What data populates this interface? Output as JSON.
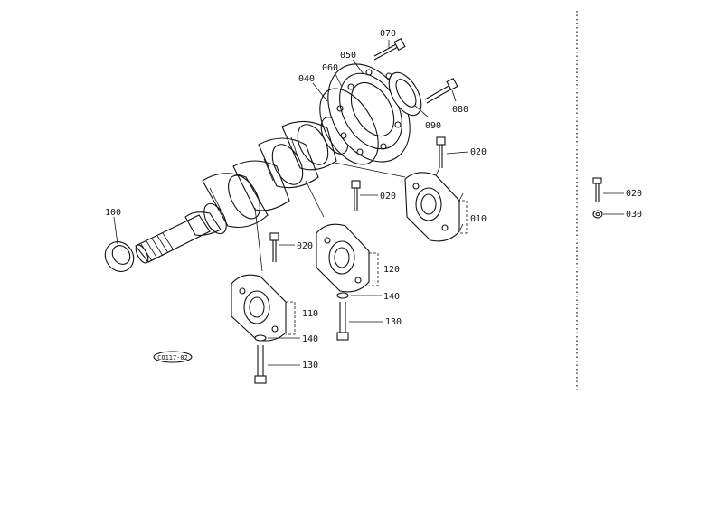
{
  "callouts": {
    "c070": "070",
    "c050": "050",
    "c060": "060",
    "c040": "040",
    "c080": "080",
    "c090": "090",
    "c020_top": "020",
    "c020_mid": "020",
    "c010": "010",
    "c100": "100",
    "c020_left": "020",
    "c120": "120",
    "c140_mid": "140",
    "c130_mid": "130",
    "c110": "110",
    "c140_low": "140",
    "c130_low": "130"
  },
  "side_panel": {
    "c020": "020",
    "c030": "030"
  },
  "stamp": "CO117-02"
}
